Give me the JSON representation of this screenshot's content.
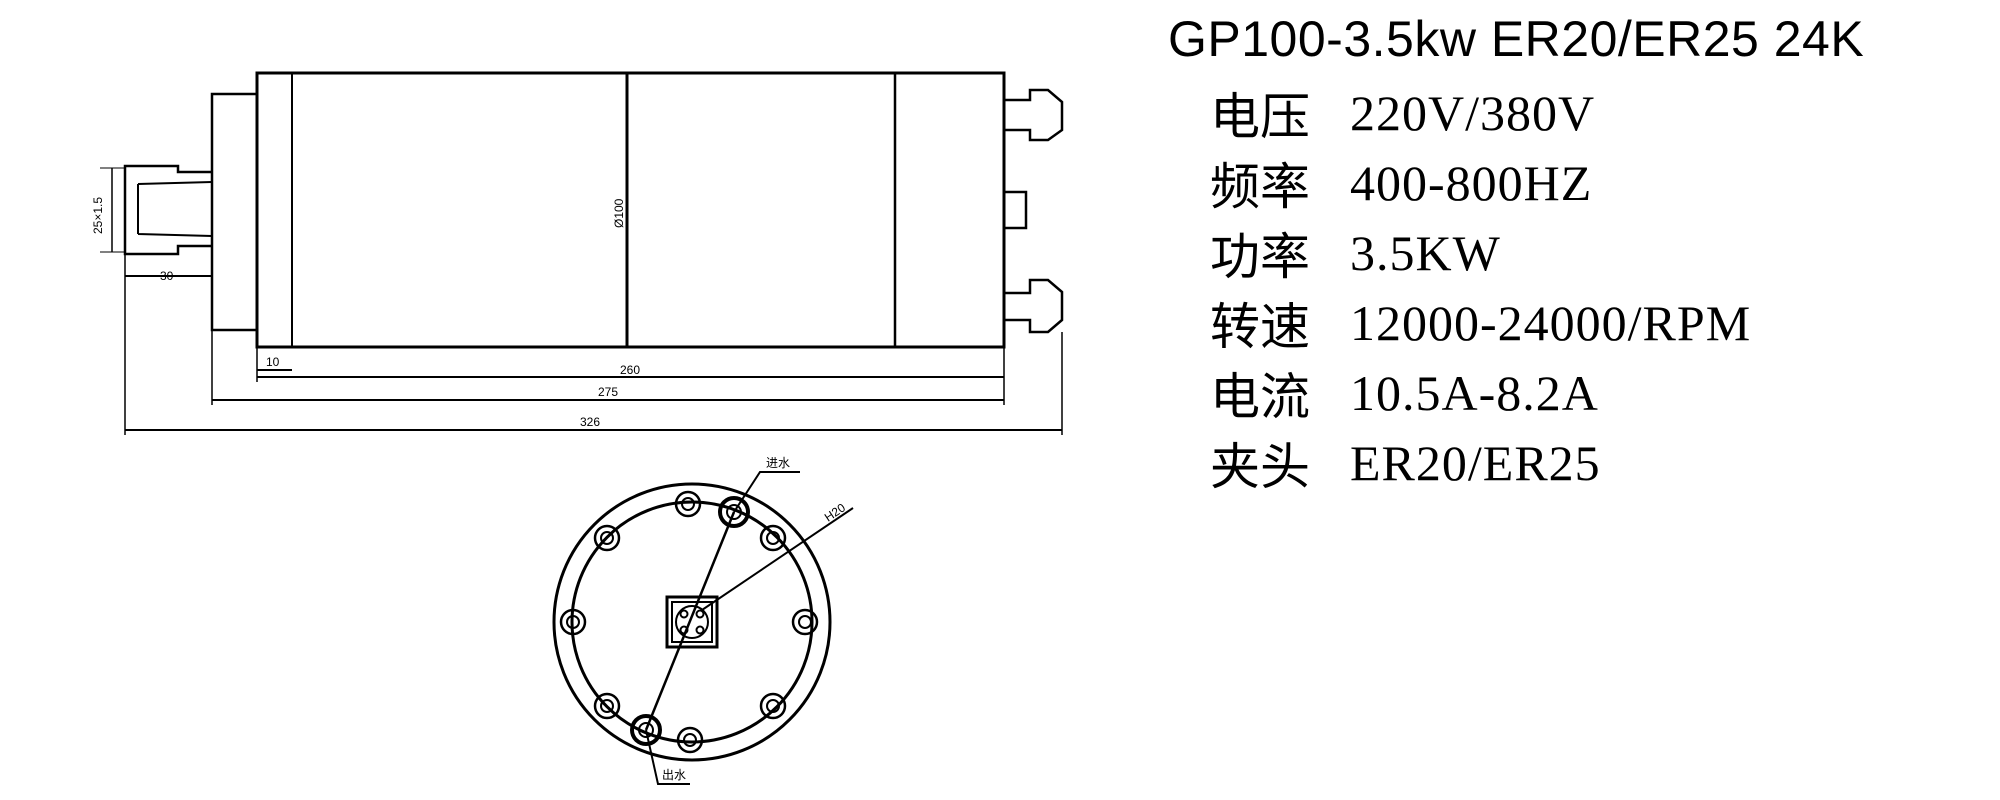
{
  "title": "GP100-3.5kw ER20/ER25  24K",
  "specs": [
    {
      "label": "电压",
      "value": "220V/380V"
    },
    {
      "label": "频率",
      "value": "400-800HZ"
    },
    {
      "label": "功率",
      "value": "3.5KW"
    },
    {
      "label": "转速",
      "value": "12000-24000/RPM"
    },
    {
      "label": "电流",
      "value": "10.5A-8.2A"
    },
    {
      "label": "夹头",
      "value": "ER20/ER25"
    }
  ],
  "side_view": {
    "diameter_label": "Ø100",
    "thread_label": "25×1.5",
    "dims": {
      "shaft": "30",
      "flange": "10",
      "body": "260",
      "housing": "275",
      "overall": "326"
    }
  },
  "end_view": {
    "inlet_label": "进水",
    "outlet_label": "出水",
    "connector_label": "H20"
  }
}
